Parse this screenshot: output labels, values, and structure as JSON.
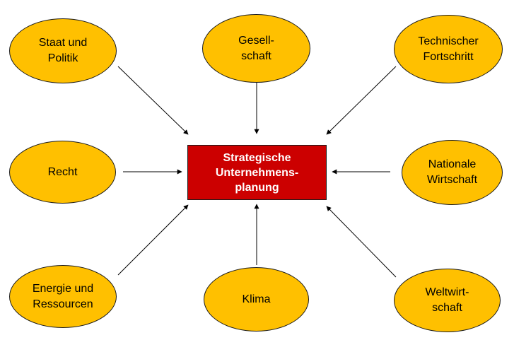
{
  "center": {
    "label": "Strategische\nUnternehmens-\nplanung"
  },
  "nodes": {
    "staat": "Staat und\nPolitik",
    "gesellschaft": "Gesell-\nschaft",
    "technik": "Technischer\nFortschritt",
    "recht": "Recht",
    "national": "Nationale\nWirtschaft",
    "energie": "Energie und\nRessourcen",
    "klima": "Klima",
    "weltwirtschaft": "Weltwirt-\nschaft"
  },
  "colors": {
    "node_fill": "#ffc000",
    "center_fill": "#cc0000",
    "arrow": "#000000"
  }
}
